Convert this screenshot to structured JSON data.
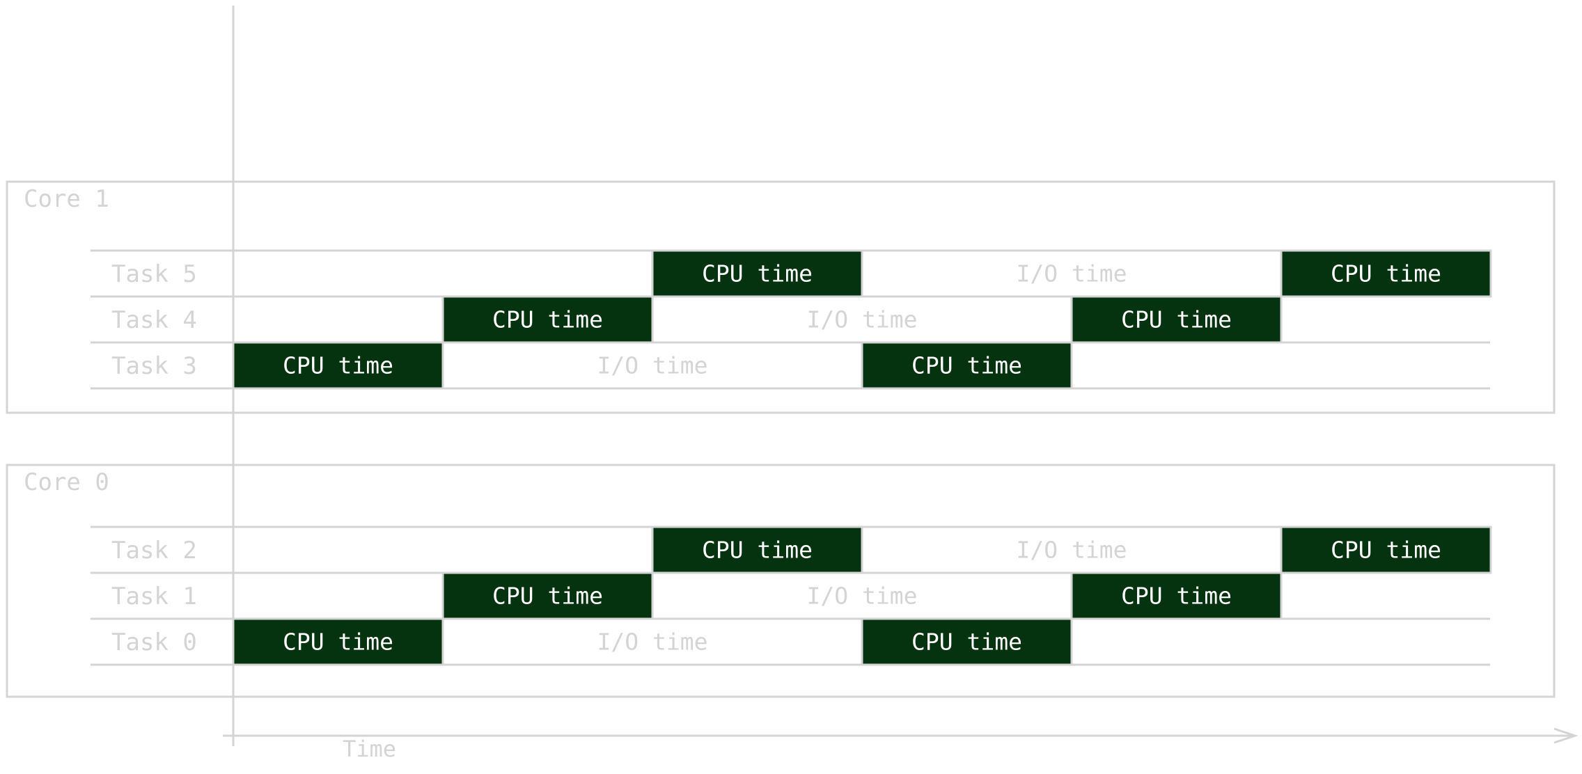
{
  "diagram": {
    "time_axis_label": "Time",
    "cpu_label": "CPU time",
    "io_label": "I/O time",
    "colors": {
      "line": "#d4d4d4",
      "cpu_fill": "#06330f",
      "cpu_text": "#ffffff",
      "faint_text": "#d4d4d4"
    },
    "cores": [
      {
        "label": "Core 1",
        "tasks": [
          {
            "label": "Task 5",
            "segments": [
              {
                "kind": "cpu",
                "start": 2,
                "end": 3
              },
              {
                "kind": "io",
                "start": 3,
                "end": 5
              },
              {
                "kind": "cpu",
                "start": 5,
                "end": 6
              }
            ]
          },
          {
            "label": "Task 4",
            "segments": [
              {
                "kind": "cpu",
                "start": 1,
                "end": 2
              },
              {
                "kind": "io",
                "start": 2,
                "end": 4
              },
              {
                "kind": "cpu",
                "start": 4,
                "end": 5
              }
            ]
          },
          {
            "label": "Task 3",
            "segments": [
              {
                "kind": "cpu",
                "start": 0,
                "end": 1
              },
              {
                "kind": "io",
                "start": 1,
                "end": 3
              },
              {
                "kind": "cpu",
                "start": 3,
                "end": 4
              }
            ]
          }
        ]
      },
      {
        "label": "Core 0",
        "tasks": [
          {
            "label": "Task 2",
            "segments": [
              {
                "kind": "cpu",
                "start": 2,
                "end": 3
              },
              {
                "kind": "io",
                "start": 3,
                "end": 5
              },
              {
                "kind": "cpu",
                "start": 5,
                "end": 6
              }
            ]
          },
          {
            "label": "Task 1",
            "segments": [
              {
                "kind": "cpu",
                "start": 1,
                "end": 2
              },
              {
                "kind": "io",
                "start": 2,
                "end": 4
              },
              {
                "kind": "cpu",
                "start": 4,
                "end": 5
              }
            ]
          },
          {
            "label": "Task 0",
            "segments": [
              {
                "kind": "cpu",
                "start": 0,
                "end": 1
              },
              {
                "kind": "io",
                "start": 1,
                "end": 3
              },
              {
                "kind": "cpu",
                "start": 3,
                "end": 4
              }
            ]
          }
        ]
      }
    ]
  }
}
